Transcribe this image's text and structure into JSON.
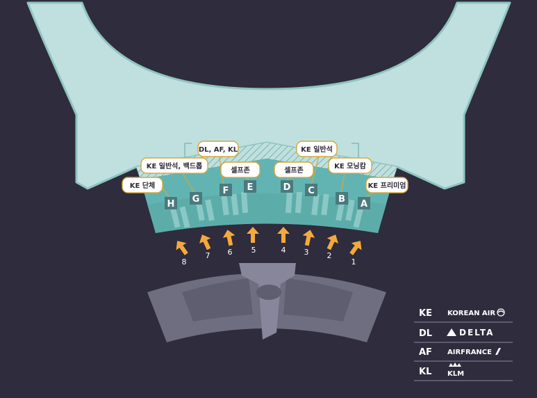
{
  "colors": {
    "background": "#2e2c3d",
    "terminal_outer": "#bfe0de",
    "terminal_stroke": "#8fc4c1",
    "hall_floor": "#62b4b2",
    "zone_badge": "#4a7a7e",
    "arrow": "#f6a93b",
    "callout_fill": "#ffffff",
    "callout_stroke": "#d6a83a",
    "apron": "#6f6e80"
  },
  "zones": [
    {
      "letter": "H"
    },
    {
      "letter": "G"
    },
    {
      "letter": "F"
    },
    {
      "letter": "E"
    },
    {
      "letter": "D"
    },
    {
      "letter": "C"
    },
    {
      "letter": "B"
    },
    {
      "letter": "A"
    }
  ],
  "callouts": [
    {
      "text": "KE 단체"
    },
    {
      "text": "KE 일반석, 백드롭"
    },
    {
      "text": "DL, AF, KL"
    },
    {
      "text": "셀프존"
    },
    {
      "text": "셀프존"
    },
    {
      "text": "KE 일반석"
    },
    {
      "text": "KE 모닝캄"
    },
    {
      "text": "KE 프리미엄"
    }
  ],
  "gates": [
    "8",
    "7",
    "6",
    "5",
    "4",
    "3",
    "2",
    "1"
  ],
  "legend": [
    {
      "code": "KE",
      "name": "KOREAN AIR",
      "icon": "korean-air-taeguk-icon"
    },
    {
      "code": "DL",
      "name": "DELTA",
      "icon": "delta-widget-icon"
    },
    {
      "code": "AF",
      "name": "AIRFRANCE",
      "icon": "airfrance-stripe-icon"
    },
    {
      "code": "KL",
      "name": "KLM",
      "icon": "klm-crown-icon"
    }
  ]
}
